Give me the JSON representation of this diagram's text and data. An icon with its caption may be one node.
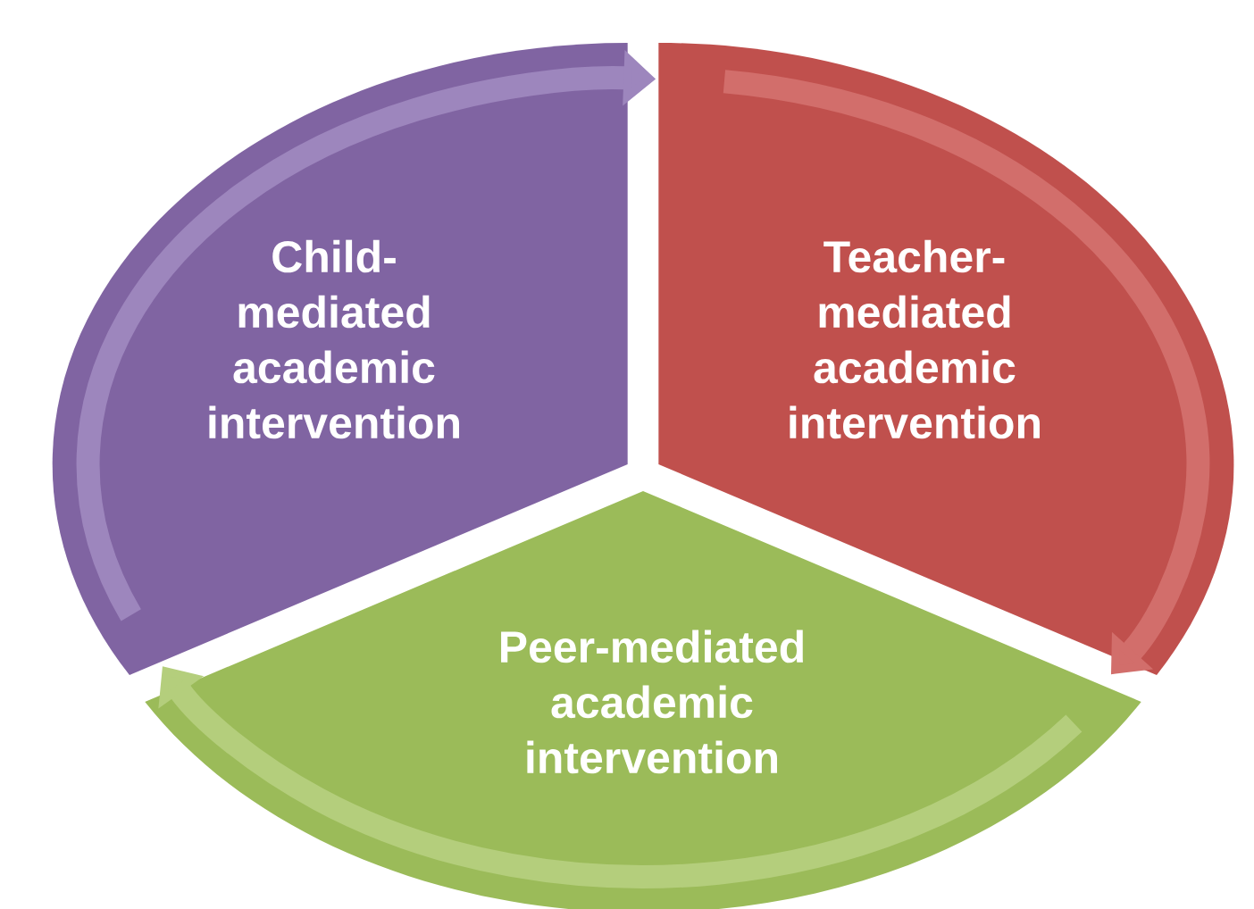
{
  "diagram": {
    "nodes": [
      {
        "text": [
          "Child-mediated academic intervention"
        ]
      },
      {
        "text": [
          "Teacher-mediated academic intervention"
        ]
      },
      {
        "text": [
          "Peer-mediated academic intervention"
        ]
      }
    ],
    "edges": [
      {
        "from": 0,
        "to": 1,
        "arrow": "to",
        "color": "#9d86bd"
      },
      {
        "from": 1,
        "to": 2,
        "arrow": "to",
        "color": "#d26e6b"
      },
      {
        "from": 2,
        "to": 0,
        "arrow": "to",
        "color": "#b4ce7c"
      }
    ]
  }
}
